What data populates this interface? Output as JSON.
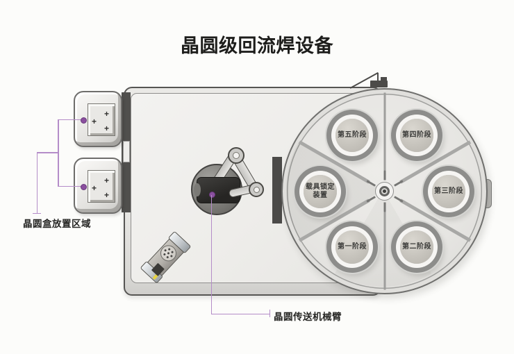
{
  "title": "晶圆级回流焊设备",
  "machine": {
    "cassette_area": {
      "label": "晶圆盒放置区域",
      "cassette_count": 2,
      "plate_mark": "+"
    },
    "robot_arm": {
      "label": "晶圆传送机械臂"
    }
  },
  "carousel": {
    "stations": [
      {
        "label": "第一阶段",
        "position": "bottom-left"
      },
      {
        "label": "第二阶段",
        "position": "bottom-right"
      },
      {
        "label": "第三阶段",
        "position": "right"
      },
      {
        "label": "第四阶段",
        "position": "top-right"
      },
      {
        "label": "第五阶段",
        "position": "top-left"
      },
      {
        "label": "载具锁定装置",
        "line1": "载具锁定",
        "line2": "装置",
        "position": "left"
      }
    ]
  },
  "colors": {
    "callout_accent": "#8a4f9e",
    "callout_line": "#b48cc8",
    "machine_body": "#eceae7",
    "effector_dark": "#2c2b29"
  }
}
